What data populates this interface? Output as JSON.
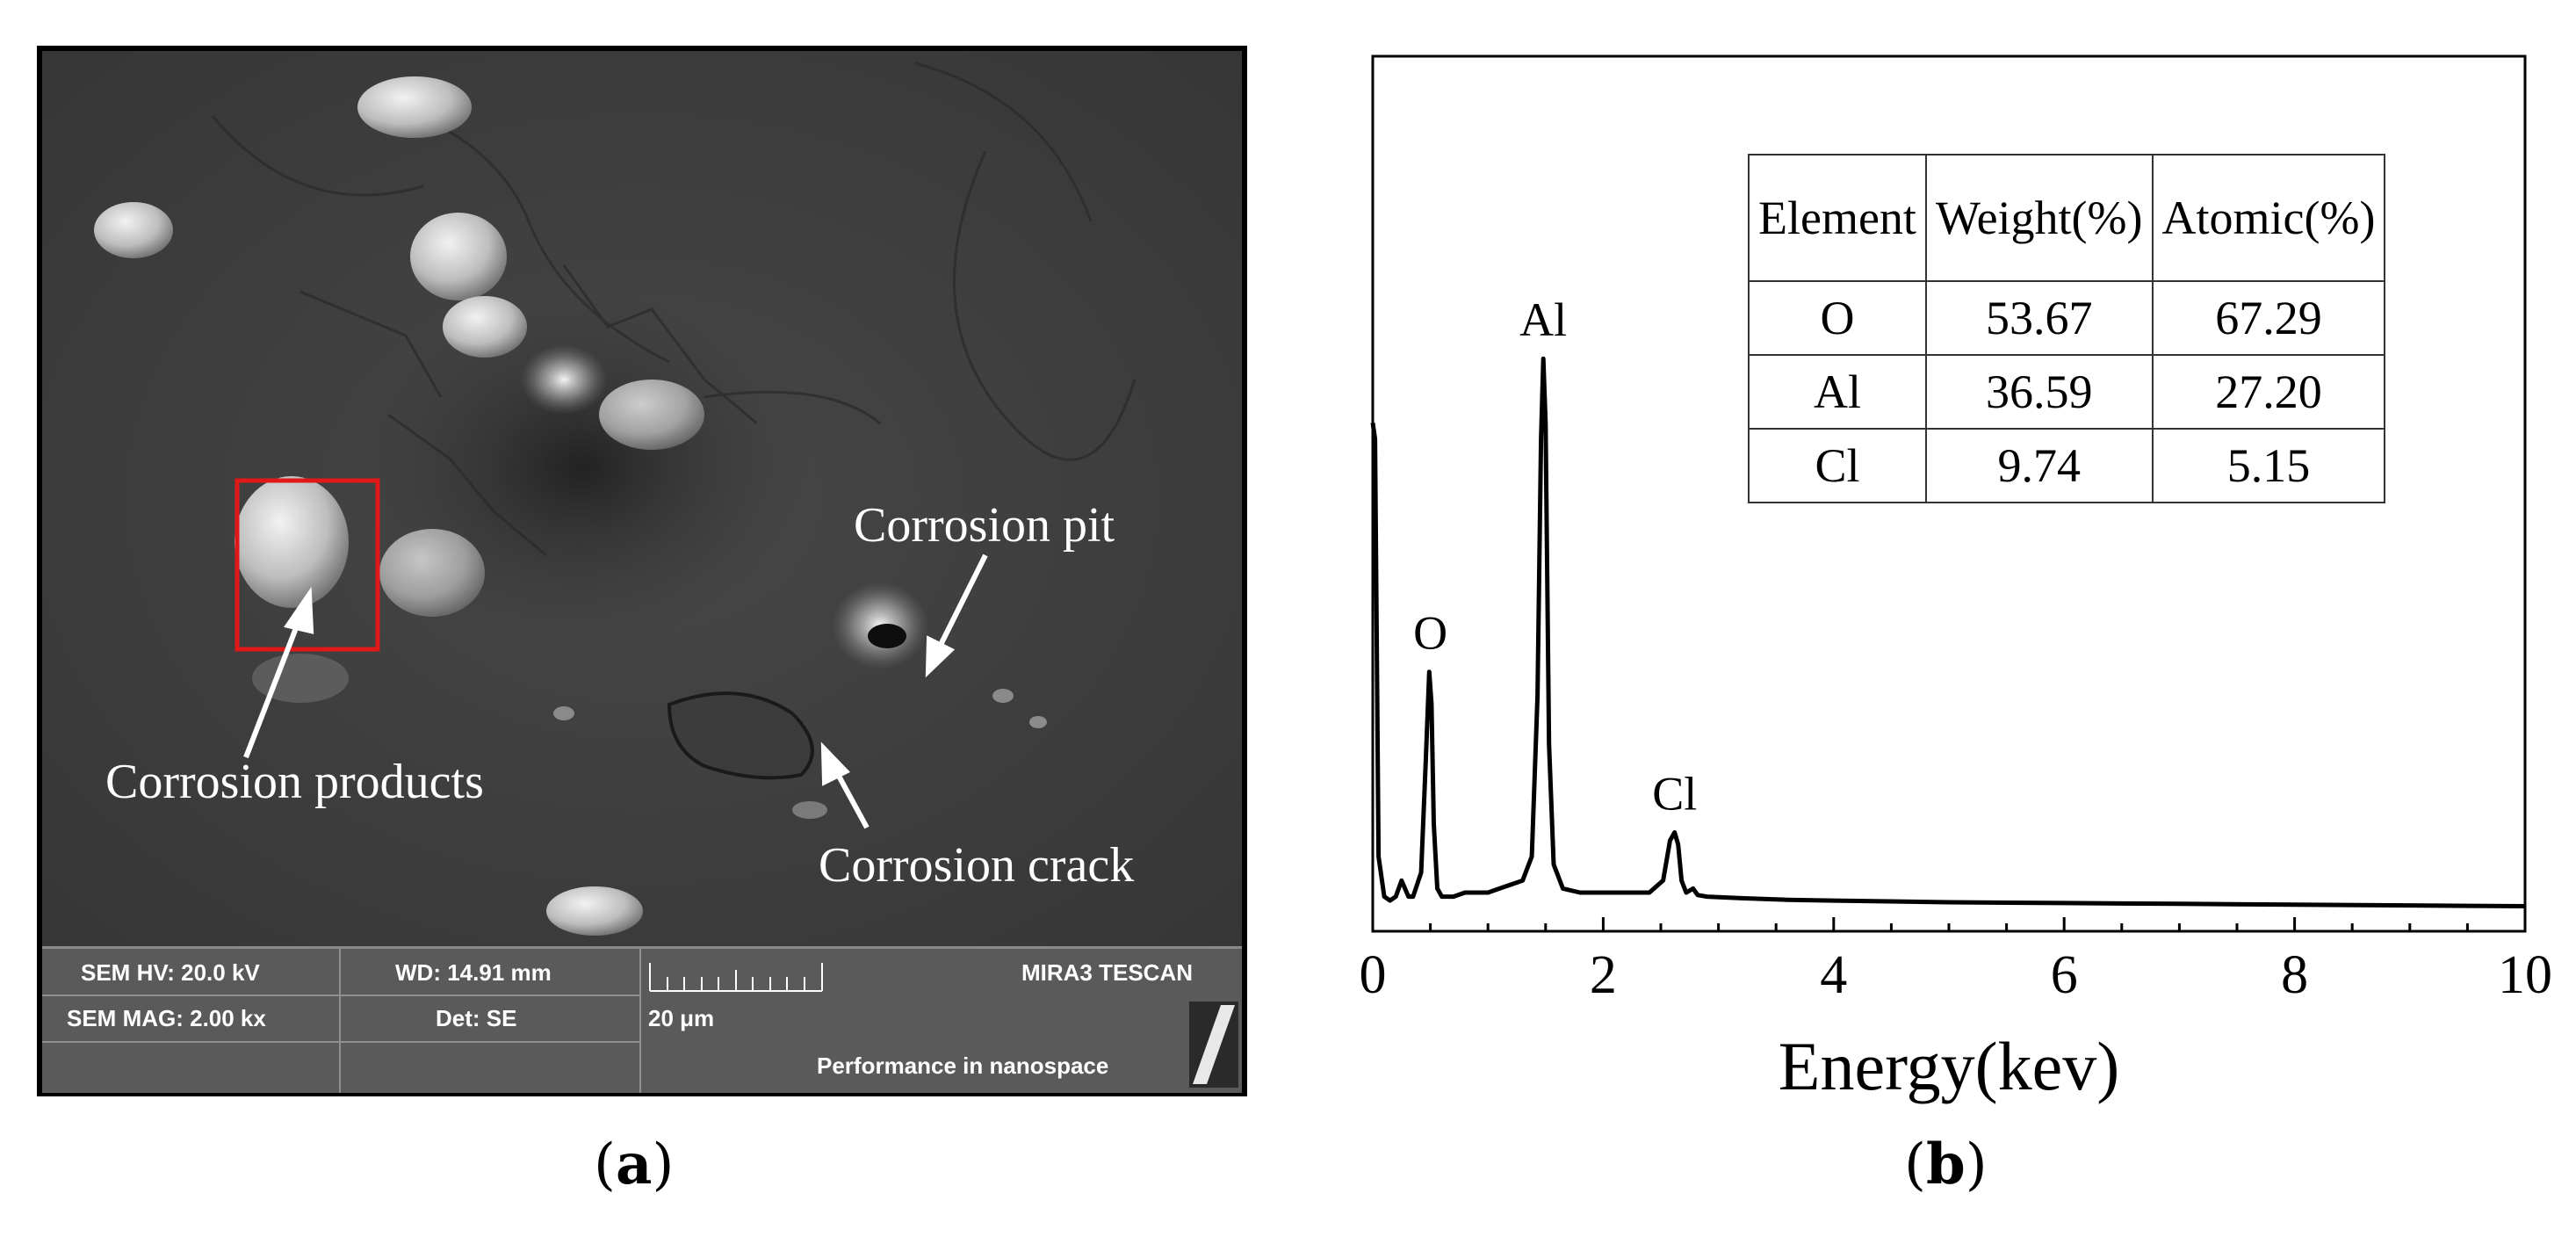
{
  "panel_a": {
    "caption_open": "(",
    "caption_letter": "a",
    "caption_close": ")",
    "annotations": {
      "products": "Corrosion products",
      "pit": "Corrosion pit",
      "crack": "Corrosion crack"
    },
    "info_bar": {
      "hv": "SEM HV: 20.0 kV",
      "wd": "WD: 14.91 mm",
      "brand": "MIRA3 TESCAN",
      "mag": "SEM MAG: 2.00 kx",
      "det": "Det: SE",
      "scale": "20 μm",
      "slogan": "Performance in nanospace"
    },
    "colors": {
      "highlight_box": "#e01818",
      "annotation": "#ffffff"
    }
  },
  "panel_b": {
    "caption_open": "(",
    "caption_letter": "b",
    "caption_close": ")",
    "chart_data": {
      "type": "line",
      "xlabel": "Energy(kev)",
      "ylabel": "",
      "xlim": [
        0,
        10
      ],
      "ylim": [
        0,
        100
      ],
      "x_ticks": [
        0,
        2,
        4,
        6,
        8,
        10
      ],
      "x_tick_labels": [
        "0",
        "2",
        "4",
        "6",
        "8",
        "10"
      ],
      "grid": false,
      "series": [
        {
          "x": [
            0.0,
            0.02,
            0.05,
            0.1,
            0.15,
            0.2,
            0.25,
            0.28,
            0.31,
            0.35,
            0.42,
            0.46,
            0.49,
            0.51,
            0.53,
            0.56,
            0.6,
            0.7,
            0.8,
            0.9,
            1.0,
            1.1,
            1.2,
            1.3,
            1.38,
            1.43,
            1.46,
            1.48,
            1.5,
            1.53,
            1.57,
            1.65,
            1.8,
            2.0,
            2.2,
            2.4,
            2.52,
            2.58,
            2.62,
            2.65,
            2.68,
            2.72,
            2.78,
            2.82,
            2.9,
            3.2,
            3.6,
            4.0,
            5.0,
            6.0,
            7.0,
            8.0,
            9.0,
            10.0
          ],
          "y": [
            62,
            60,
            8,
            3,
            2.5,
            3,
            5,
            4,
            3,
            3,
            6,
            20,
            31,
            27,
            12,
            4,
            3,
            3,
            3.5,
            3.5,
            3.5,
            4,
            4.5,
            5,
            8,
            28,
            60,
            70,
            62,
            22,
            7,
            4,
            3.5,
            3.5,
            3.5,
            3.5,
            5,
            10,
            11,
            9.5,
            5,
            3.5,
            4,
            3.2,
            3,
            2.8,
            2.6,
            2.5,
            2.3,
            2.2,
            2.1,
            2.0,
            1.9,
            1.8
          ]
        }
      ],
      "annotations": [
        {
          "text": "O",
          "x": 0.5,
          "y": 31
        },
        {
          "text": "Al",
          "x": 1.48,
          "y": 70
        },
        {
          "text": "Cl",
          "x": 2.62,
          "y": 11
        }
      ],
      "table": {
        "columns": [
          "Element",
          "Weight(%)",
          "Atomic(%)"
        ],
        "rows": [
          [
            "O",
            "53.67",
            "67.29"
          ],
          [
            "Al",
            "36.59",
            "27.20"
          ],
          [
            "Cl",
            "9.74",
            "5.15"
          ]
        ]
      }
    }
  }
}
